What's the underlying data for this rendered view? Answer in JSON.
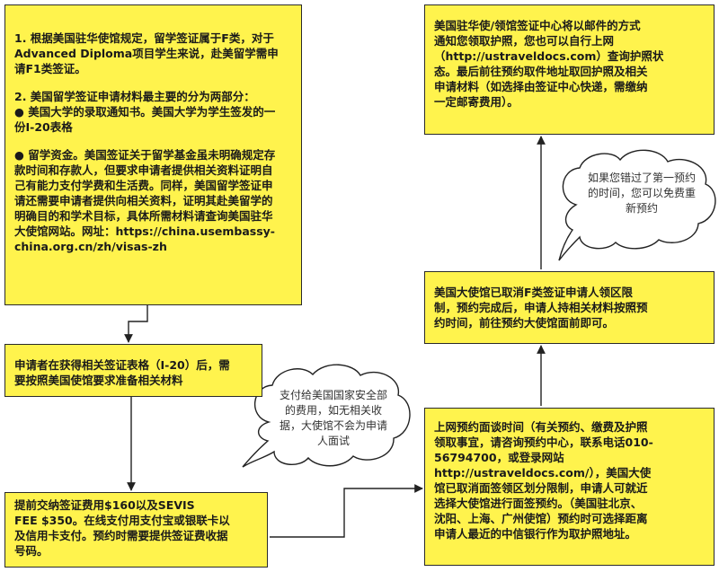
{
  "box_policy": {
    "p1": "1. 根据美国驻华使馆规定，留学签证属于F类，对于\nAdvanced Diploma项目学生来说，赴美留学需申\n请F1类签证。",
    "p2": "2. 美国留学签证申请材料最主要的分为两部分：\n● 美国大学的录取通知书。美国大学为学生签发的一\n份I-20表格",
    "p3": "● 留学资金。美国签证关于留学基金虽未明确规定存\n款时间和存款人，但要求申请者提供相关资料证明自\n己有能力支付学费和生活费。同样，美国留学签证申\n请还需要申请者提供向相关资料，证明其赴美留学的\n明确目的和学术目标，具体所需材料请查询美国驻华\n大使馆网站。网址：https://china.usembassy-\nchina.org.cn/zh/visas-zh"
  },
  "box_prepare": {
    "text": "申请者在获得相关签证表格（I-20）后，需\n要按照美国使馆要求准备相关材料"
  },
  "box_payment": {
    "text": "提前交纳签证费用$160以及SEVIS\nFEE $350。在线支付用支付宝或银联卡以\n及信用卡支付。预约时需要提供签证费收据\n号码。"
  },
  "bubble_payment": {
    "text": "支付给美国国家安全部\n的费用，如无相关收\n据，大使馆不会为申请\n人面试"
  },
  "box_appointment": {
    "text": "上网预约面谈时间（有关预约、缴费及护照\n领取事宜，请咨询预约中心，联系电话010-\n56794700，或登录网站\nhttp://ustraveldocs.com/），美国大使\n馆已取消面签领区划分限制，申请人可就近\n选择大使馆进行面签预约。（美国驻北京、\n沈阳、上海、广州使馆）预约时可选择距离\n申请人最近的中信银行作为取护照地址。"
  },
  "box_interview": {
    "text": "美国大使馆已取消F类签证申请人领区限\n制，预约完成后，申请人持相关材料按照预\n约时间，前往预约大使馆面前即可。"
  },
  "bubble_missed": {
    "text": "如果您错过了第一预约\n的时间，您可以免费重\n新预约"
  },
  "box_passport": {
    "text": "美国驻华使/领馆签证中心将以邮件的方式\n通知您领取护照，您也可以自行上网\n（http://ustraveldocs.com）查询护照状\n态。最后前往预约取件地址取回护照及相关\n申请材料（如选择由签证中心快递，需缴纳\n一定邮寄费用）。"
  }
}
